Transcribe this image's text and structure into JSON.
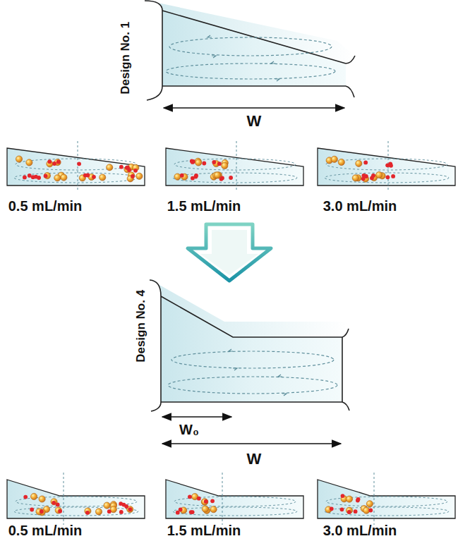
{
  "diagram": {
    "labels": [
      "Design No. 1",
      "W",
      "0.5 mL/min",
      "1.5 mL/min",
      "3.0 mL/min",
      "Design No. 4",
      "W₀",
      "W",
      "0.5 mL/min",
      "1.5 mL/min",
      "3.0 mL/min"
    ]
  }
}
